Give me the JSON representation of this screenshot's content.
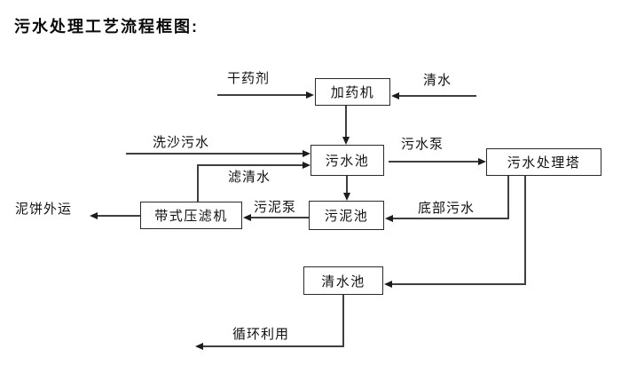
{
  "diagram": {
    "title": "污水处理工艺流程框图:",
    "type": "flowchart",
    "colors": {
      "background": "#ffffff",
      "box_border": "#2a2a2a",
      "line": "#3f3f3f",
      "text": "#111111"
    },
    "nodes": {
      "dosing_machine": "加药机",
      "sewage_pool": "污水池",
      "treatment_tower": "污水处理塔",
      "sludge_pool": "污泥池",
      "belt_filter_press": "带式压滤机",
      "clean_water_pool": "清水池"
    },
    "flow_labels": {
      "dry_chemical": "干药剂",
      "clean_water": "清水",
      "sand_washing_sewage": "洗沙污水",
      "filtered_water": "滤清水",
      "sewage_pump": "污水泵",
      "sludge_pump": "污泥泵",
      "bottom_sewage": "底部污水",
      "mud_cake_outbound": "泥饼外运",
      "recycling": "循环利用"
    },
    "edges": [
      {
        "from": "干药剂",
        "to": "加药机",
        "label": "干药剂"
      },
      {
        "from": "清水",
        "to": "加药机",
        "label": "清水"
      },
      {
        "from": "加药机",
        "to": "污水池",
        "label": ""
      },
      {
        "from": "洗沙污水",
        "to": "污水池",
        "label": "洗沙污水"
      },
      {
        "from": "带式压滤机",
        "to": "污水池",
        "label": "滤清水"
      },
      {
        "from": "污水池",
        "to": "污水处理塔",
        "label": "污水泵"
      },
      {
        "from": "污水池",
        "to": "污泥池",
        "label": ""
      },
      {
        "from": "污水处理塔",
        "to": "污泥池",
        "label": "底部污水"
      },
      {
        "from": "污泥池",
        "to": "带式压滤机",
        "label": "污泥泵"
      },
      {
        "from": "带式压滤机",
        "to": "泥饼外运",
        "label": "泥饼外运"
      },
      {
        "from": "污水处理塔",
        "to": "清水池",
        "label": ""
      },
      {
        "from": "清水池",
        "to": "循环利用",
        "label": "循环利用"
      }
    ]
  }
}
